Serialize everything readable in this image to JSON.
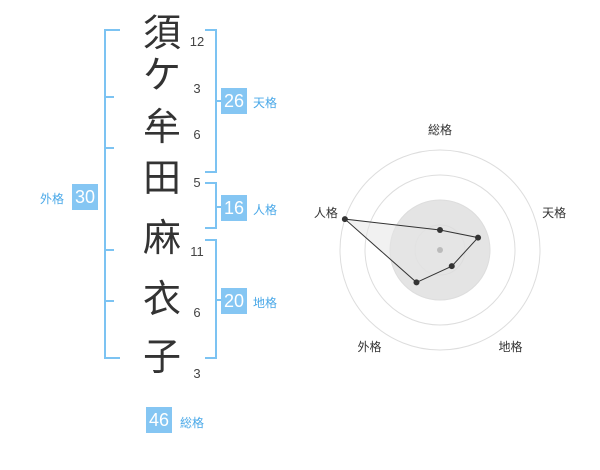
{
  "name": {
    "surname": [
      "須",
      "ケ",
      "牟",
      "田"
    ],
    "given": [
      "麻",
      "衣",
      "子"
    ]
  },
  "strokes": {
    "surname": [
      "12",
      "3",
      "6",
      "5"
    ],
    "given": [
      "11",
      "6",
      "3"
    ]
  },
  "kakusu": {
    "tenkaku": {
      "value": "26",
      "label": "天格"
    },
    "jinkaku": {
      "value": "16",
      "label": "人格"
    },
    "chikaku": {
      "value": "20",
      "label": "地格"
    },
    "gaikaku": {
      "value": "30",
      "label": "外格"
    },
    "soukaku": {
      "value": "46",
      "label": "総格"
    }
  },
  "radar": {
    "axes": [
      "総格",
      "天格",
      "地格",
      "外格",
      "人格"
    ],
    "levels": 4,
    "values": [
      1,
      2,
      1,
      2,
      5
    ],
    "max": 5,
    "colors": {
      "ring": "#dddddd",
      "fill": "#eeeeee",
      "center_fill": "#e4e4e4",
      "line": "#333333",
      "point": "#333333",
      "center_point": "#bbbbbb"
    }
  },
  "colors": {
    "accent": "#85c6f3",
    "bracket": "#7cc3f2",
    "label": "#49a8e8"
  }
}
